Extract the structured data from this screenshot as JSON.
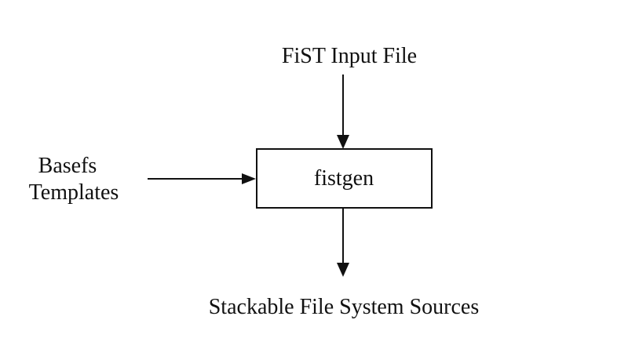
{
  "diagram": {
    "input_label": "FiST Input File",
    "side_label_line1": "Basefs",
    "side_label_line2": "Templates",
    "process_label": "fistgen",
    "output_label": "Stackable File System Sources"
  }
}
